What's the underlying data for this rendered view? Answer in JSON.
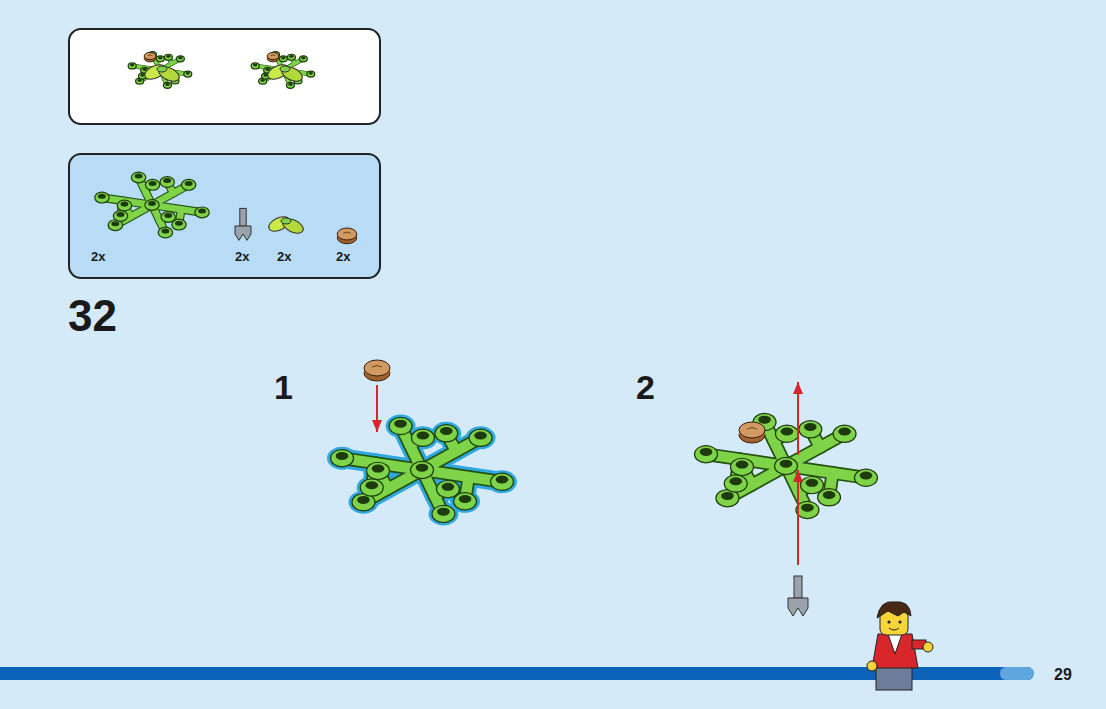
{
  "diagram": {
    "nodes": [
      {
        "text": [
          "2x",
          "2x",
          "2x",
          "2x"
        ]
      }
    ],
    "labels": [
      "32",
      "1",
      "2",
      "29"
    ]
  }
}
